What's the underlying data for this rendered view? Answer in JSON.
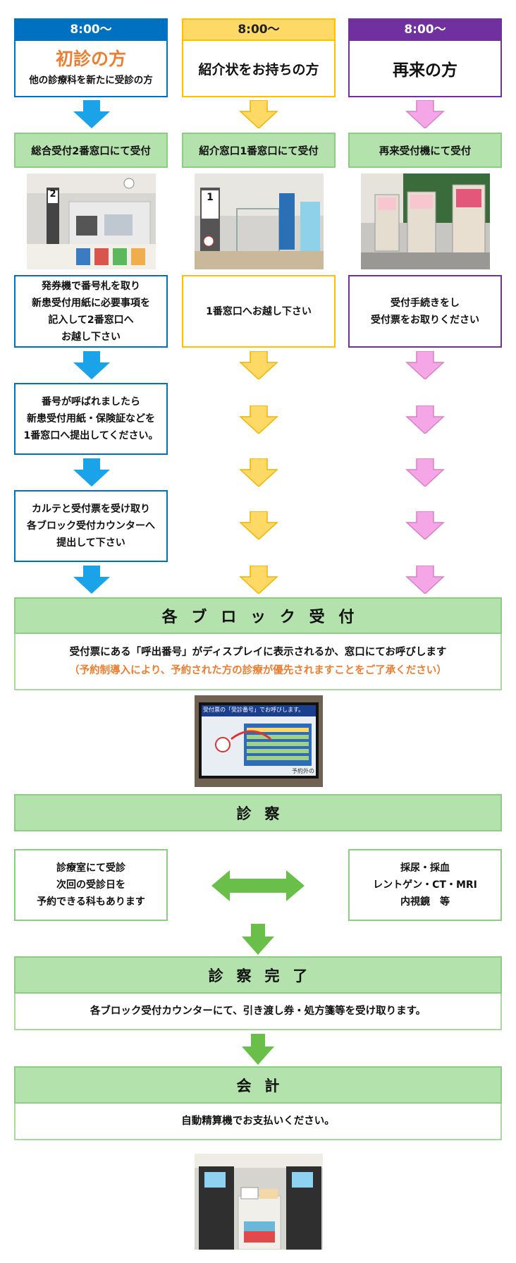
{
  "colors": {
    "blue": "#0070c0",
    "arrow_blue": "#1aa3e8",
    "yellow_border": "#ffc000",
    "yellow_header": "#ffd966",
    "purple": "#7030a0",
    "arrow_pink": "#f4a6e6",
    "orange": "#ed7d31",
    "green_fill": "#b4e2ac",
    "green_arrow": "#6abf4b"
  },
  "col1": {
    "time": "8:00～",
    "title": "初診の方",
    "subtitle": "他の診療科を新たに受診の方",
    "reception": "総合受付2番窓口にて受付",
    "step1": [
      "発券機で番号札を取り",
      "新患受付用紙に必要事項を",
      "記入して2番窓口へ",
      "お越し下さい"
    ],
    "step2": [
      "番号が呼ばれましたら",
      "新患受付用紙・保険証などを",
      "1番窓口へ提出してください。"
    ],
    "step3": [
      "カルテと受付票を受け取り",
      "各ブロック受付カウンターへ",
      "提出して下さい"
    ]
  },
  "col2": {
    "time": "8:00～",
    "title": "紹介状をお持ちの方",
    "reception": "紹介窓口1番窓口にて受付",
    "step1": "1番窓口へお越し下さい"
  },
  "col3": {
    "time": "8:00～",
    "title": "再来の方",
    "reception": "再来受付機にて受付",
    "step1": [
      "受付手続きをし",
      "受付票をお取りください"
    ]
  },
  "block": {
    "title": "各ブロック受付",
    "line1": "受付票にある「呼出番号」がディスプレイに表示されるか、窓口にてお呼びします",
    "line2": "（予約制導入により、予約された方の診療が優先されますことをご了承ください）"
  },
  "exam": {
    "title": "診察",
    "left": [
      "診療室にて受診",
      "次回の受診日を",
      "予約できる科もあります"
    ],
    "right": [
      "採尿・採血",
      "レントゲン・CT・MRI",
      "内視鏡　等"
    ]
  },
  "done": {
    "title": "診察完了",
    "text": "各ブロック受付カウンターにて、引き渡し券・処方箋等を受け取ります。"
  },
  "pay": {
    "title": "会計",
    "text": "自動精算機でお支払いください。"
  },
  "photos": {
    "counter2_sign": "2",
    "counter1_sign": "1",
    "display_heading": "受付票の「受診番号」でお呼びします。",
    "display_footer": "予約外の"
  }
}
